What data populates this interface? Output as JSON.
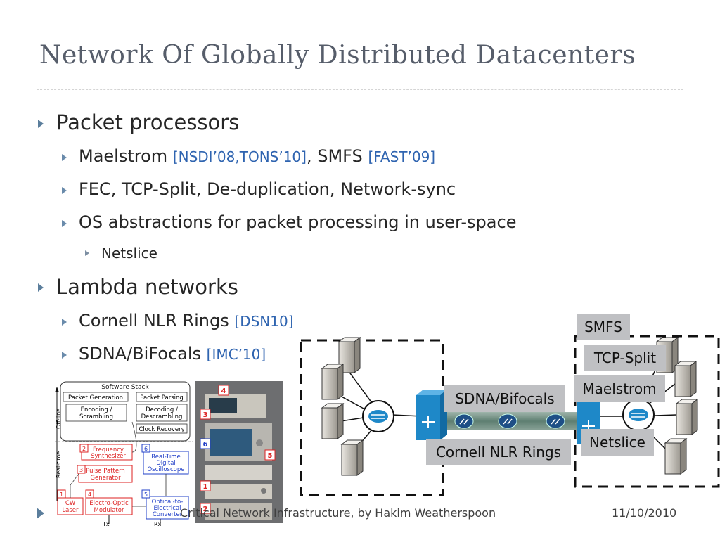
{
  "title": "Network Of Globally Distributed Datacenters",
  "bullets": {
    "packet_processors": "Packet processors",
    "maelstrom": "Maelstrom",
    "maelstrom_cite": "[NSDI’08,TONS’10]",
    "smfs_sep": ", SMFS",
    "smfs_cite": "[FAST’09]",
    "fec": "FEC, TCP-Split, De-duplication, Network-sync",
    "os_abs": "OS abstractions for packet processing in user-space",
    "netslice": "Netslice",
    "lambda": "Lambda networks",
    "cornell": "Cornell NLR Rings",
    "cornell_cite": "[DSN10]",
    "sdna": "SDNA/BiFocals",
    "sdna_cite": "[IMC’10]"
  },
  "diagram_labels": {
    "smfs": "SMFS",
    "tcp_split": "TCP-Split",
    "maelstrom": "Maelstrom",
    "sdna_bifocals": "SDNA/Bifocals",
    "netslice": "Netslice",
    "cornell_nlr": "Cornell NLR Rings"
  },
  "software_stack": {
    "title": "Software Stack",
    "packet_generation": "Packet Generation",
    "packet_parsing": "Packet Parsing",
    "encoding": "Encoding /",
    "scrambling": "Scrambling",
    "decoding": "Decoding /",
    "descrambling": "Descrambling",
    "clock_recovery": "Clock Recovery",
    "off_line": "Off-line",
    "real_time": "Real-time",
    "freq": "Frequency",
    "synth": "Synthesizer",
    "pulse": "Pulse Pattern",
    "generator": "Generator",
    "rt_digital": "Real-Time",
    "digital": "Digital",
    "oscilloscope": "Oscilloscope",
    "cw": "CW",
    "laser": "Laser",
    "eo": "Electro-Optic",
    "modulator": "Modulator",
    "ote1": "Optical-to-",
    "ote2": "Electrical",
    "ote3": "Converter",
    "tx": "Tx",
    "rx": "Rx",
    "n1": "1",
    "n2": "2",
    "n3": "3",
    "n4": "4",
    "n5": "5",
    "n6": "6"
  },
  "photo_tags": [
    "4",
    "3",
    "6",
    "5",
    "1",
    "2"
  ],
  "footer": {
    "text": "Critical Network Infrastructure, by Hakim Weatherspoon",
    "date": "11/10/2010"
  },
  "colors": {
    "title": "#565d6a",
    "bullet_arrow": "#5b7e9c",
    "citation": "#2f64b0",
    "label_box": "#bfc0c3",
    "switch_blue": "#1e88c8"
  }
}
